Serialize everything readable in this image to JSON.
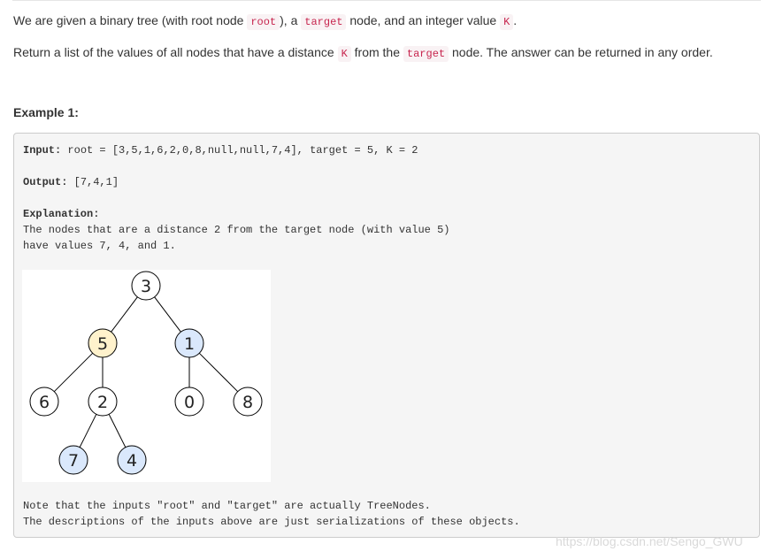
{
  "intro": {
    "line1": {
      "a": "We are given a binary tree (with root node ",
      "code_root": "root",
      "b": "), a ",
      "code_target": "target",
      "c": " node, and an integer value ",
      "code_k": "K",
      "d": "."
    },
    "line2": {
      "a": "Return a list of the values of all nodes that have a distance ",
      "code_k": "K",
      "b": " from the ",
      "code_target": "target",
      "c": " node.  The answer can be returned in any order."
    }
  },
  "example": {
    "heading": "Example 1:",
    "input_label": "Input:",
    "input_value": " root = [3,5,1,6,2,0,8,null,null,7,4], target = 5, K = 2",
    "output_label": "Output:",
    "output_value": " [7,4,1]",
    "explanation_label": "Explanation:",
    "explanation_lines": [
      "The nodes that are a distance 2 from the target node (with value 5)",
      "have values 7, 4, and 1."
    ],
    "note_lines": [
      "Note that the inputs \"root\" and \"target\" are actually TreeNodes.",
      "The descriptions of the inputs above are just serializations of these objects."
    ]
  },
  "tree": {
    "colors": {
      "normal": "#ffffff",
      "target": "#fff2cc",
      "answer": "#dae8fc",
      "stroke": "#000000"
    },
    "nodes": [
      {
        "id": "n3",
        "label": "3",
        "kind": "normal"
      },
      {
        "id": "n5",
        "label": "5",
        "kind": "target"
      },
      {
        "id": "n1",
        "label": "1",
        "kind": "answer"
      },
      {
        "id": "n6",
        "label": "6",
        "kind": "normal"
      },
      {
        "id": "n2",
        "label": "2",
        "kind": "normal"
      },
      {
        "id": "n0",
        "label": "0",
        "kind": "normal"
      },
      {
        "id": "n8",
        "label": "8",
        "kind": "normal"
      },
      {
        "id": "n7",
        "label": "7",
        "kind": "answer"
      },
      {
        "id": "n4",
        "label": "4",
        "kind": "answer"
      }
    ],
    "edges": [
      [
        "n3",
        "n5"
      ],
      [
        "n3",
        "n1"
      ],
      [
        "n5",
        "n6"
      ],
      [
        "n5",
        "n2"
      ],
      [
        "n1",
        "n0"
      ],
      [
        "n1",
        "n8"
      ],
      [
        "n2",
        "n7"
      ],
      [
        "n2",
        "n4"
      ]
    ]
  },
  "watermark": "https://blog.csdn.net/Sengo_GWU"
}
